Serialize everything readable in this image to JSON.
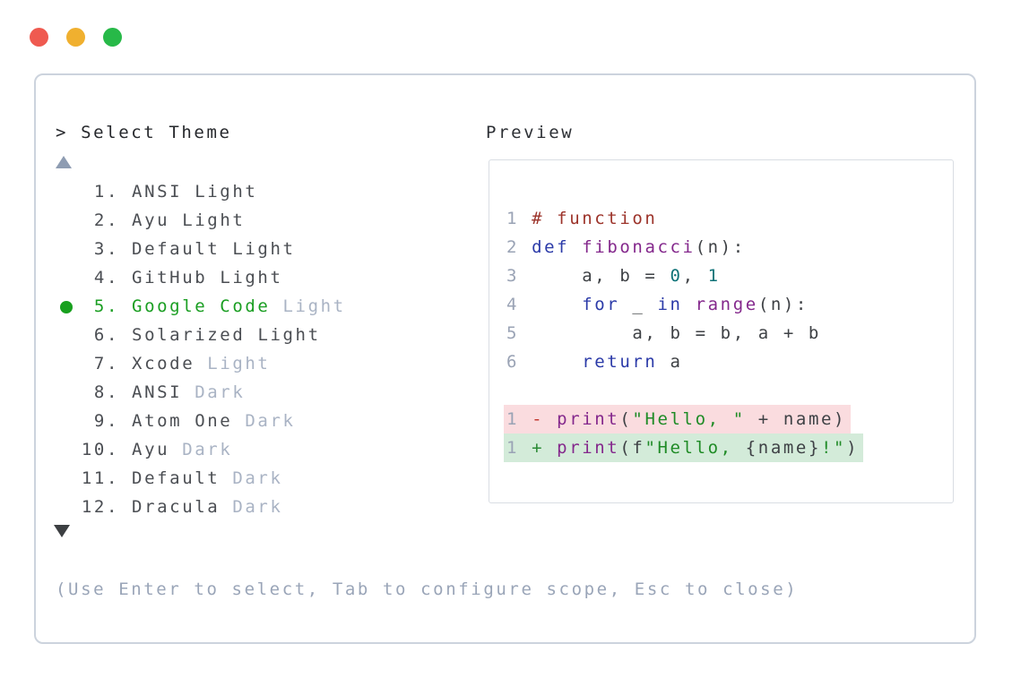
{
  "window": {
    "traffic_lights": [
      {
        "name": "close",
        "color": "#ef5a50"
      },
      {
        "name": "minimize",
        "color": "#f0b02f"
      },
      {
        "name": "zoom",
        "color": "#27b948"
      }
    ]
  },
  "icons": {
    "scroll_up": "triangle-up",
    "scroll_down": "triangle-down",
    "selected_marker": "green-dot"
  },
  "theme_picker": {
    "prompt": "> Select Theme",
    "items": [
      {
        "num": "1.",
        "name": "ANSI",
        "variant": "Light",
        "selected": false,
        "variant_dim": false
      },
      {
        "num": "2.",
        "name": "Ayu",
        "variant": "Light",
        "selected": false,
        "variant_dim": false
      },
      {
        "num": "3.",
        "name": "Default",
        "variant": "Light",
        "selected": false,
        "variant_dim": false
      },
      {
        "num": "4.",
        "name": "GitHub",
        "variant": "Light",
        "selected": false,
        "variant_dim": false
      },
      {
        "num": "5.",
        "name": "Google Code",
        "variant": "Light",
        "selected": true,
        "variant_dim": true
      },
      {
        "num": "6.",
        "name": "Solarized",
        "variant": "Light",
        "selected": false,
        "variant_dim": false
      },
      {
        "num": "7.",
        "name": "Xcode",
        "variant": "Light",
        "selected": false,
        "variant_dim": true
      },
      {
        "num": "8.",
        "name": "ANSI",
        "variant": "Dark",
        "selected": false,
        "variant_dim": true
      },
      {
        "num": "9.",
        "name": "Atom One",
        "variant": "Dark",
        "selected": false,
        "variant_dim": true
      },
      {
        "num": "10.",
        "name": "Ayu",
        "variant": "Dark",
        "selected": false,
        "variant_dim": true
      },
      {
        "num": "11.",
        "name": "Default",
        "variant": "Dark",
        "selected": false,
        "variant_dim": true
      },
      {
        "num": "12.",
        "name": "Dracula",
        "variant": "Dark",
        "selected": false,
        "variant_dim": true
      }
    ],
    "hint": "(Use Enter to select, Tab to configure scope, Esc to close)"
  },
  "preview": {
    "title": "Preview",
    "lines": [
      {
        "bg": null,
        "segs": [
          [
            "ln",
            "1 "
          ],
          [
            "cm",
            "# function"
          ]
        ]
      },
      {
        "bg": null,
        "segs": [
          [
            "ln",
            "2 "
          ],
          [
            "kw",
            "def"
          ],
          [
            "pl",
            " "
          ],
          [
            "fn",
            "fibonacci"
          ],
          [
            "pl",
            "(n):"
          ]
        ]
      },
      {
        "bg": null,
        "segs": [
          [
            "ln",
            "3 "
          ],
          [
            "pl",
            "    a, b = "
          ],
          [
            "nm",
            "0"
          ],
          [
            "pl",
            ", "
          ],
          [
            "nm",
            "1"
          ]
        ]
      },
      {
        "bg": null,
        "segs": [
          [
            "ln",
            "4 "
          ],
          [
            "pl",
            "    "
          ],
          [
            "kw",
            "for"
          ],
          [
            "pl",
            " _ "
          ],
          [
            "kw",
            "in"
          ],
          [
            "pl",
            " "
          ],
          [
            "fn",
            "range"
          ],
          [
            "pl",
            "(n):"
          ]
        ]
      },
      {
        "bg": null,
        "segs": [
          [
            "ln",
            "5 "
          ],
          [
            "pl",
            "        a, b = b, a + b"
          ]
        ]
      },
      {
        "bg": null,
        "segs": [
          [
            "ln",
            "6 "
          ],
          [
            "pl",
            "    "
          ],
          [
            "kw",
            "return"
          ],
          [
            "pl",
            " a"
          ]
        ]
      },
      {
        "bg": null,
        "segs": []
      },
      {
        "bg": "removed",
        "segs": [
          [
            "ln",
            "1 "
          ],
          [
            "mi",
            "- "
          ],
          [
            "fn",
            "print"
          ],
          [
            "pl",
            "("
          ],
          [
            "st",
            "\"Hello, \""
          ],
          [
            "pl",
            " + name)"
          ]
        ]
      },
      {
        "bg": "added",
        "segs": [
          [
            "ln",
            "1 "
          ],
          [
            "ad",
            "+ "
          ],
          [
            "fn",
            "print"
          ],
          [
            "pl",
            "(f"
          ],
          [
            "st",
            "\"Hello, "
          ],
          [
            "pl",
            "{name}"
          ],
          [
            "st",
            "!\""
          ],
          [
            "pl",
            ")"
          ]
        ]
      }
    ]
  },
  "colors": {
    "panel_border": "#ccd3dd",
    "preview_border": "#d9dde3",
    "selected_green": "#1a9e22",
    "dim_text": "#a9b3c4",
    "list_text": "#4b4e53",
    "hint_text": "#9aa5b8",
    "line_number": "#9aa3b5",
    "syntax_comment": "#9c332a",
    "syntax_keyword": "#2b3aa8",
    "syntax_function": "#84288c",
    "syntax_number": "#0d7277",
    "syntax_string": "#1f8b26",
    "diff_minus": "#c23a31",
    "diff_plus": "#2a8a35",
    "diff_removed_bg": "#fadcdf",
    "diff_added_bg": "#d3ebd9"
  }
}
